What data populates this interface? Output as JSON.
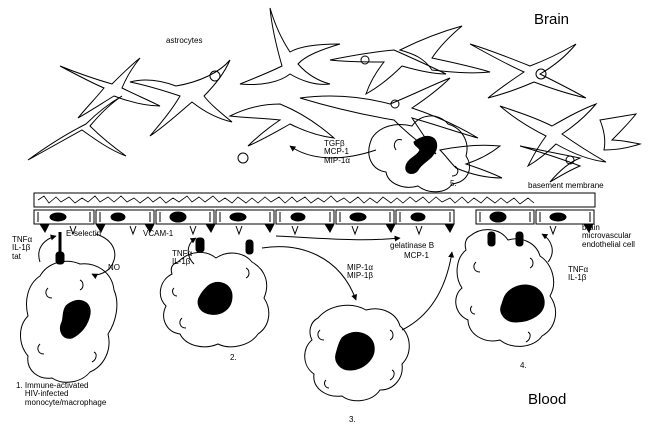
{
  "regions": {
    "top": "Brain",
    "bottom": "Blood"
  },
  "labels": {
    "astrocytes": "astrocytes",
    "basement_membrane": "basement membrane",
    "endothelial_cell": "brain\nmicrovascular\nendothelial cell",
    "e_selectin": "E-selectin",
    "vcam": "VCAM-1",
    "no": "NO",
    "gelatinase": "gelatinase B",
    "mcp1_mid": "MCP-1"
  },
  "cytokines": {
    "brain": "TGFβ\nMCP-1\nMIP-1α",
    "cell1": "TNFα\nIL-1β\ntat",
    "cell2": "TNFα\nIL-1β",
    "cell3": "MIP-1α\nMIP-1β",
    "cell4": "TNFα\nIL-1β"
  },
  "stages": {
    "s1": "1. Immune-activated\n    HIV-infected\n    monocyte/macrophage",
    "s2": "2.",
    "s3": "3.",
    "s4": "4.",
    "s5": "5."
  }
}
